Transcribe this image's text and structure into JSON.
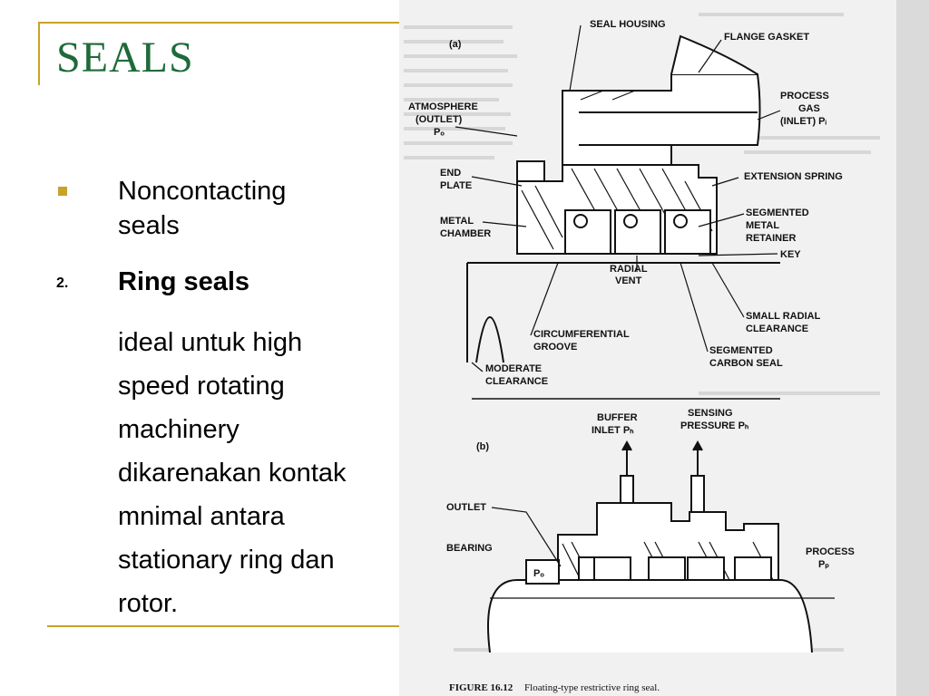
{
  "slide": {
    "title": "SEALS",
    "bullet1": "Noncontacting seals",
    "item2_number": "2.",
    "item2_heading": "Ring seals",
    "item2_body": "ideal untuk high speed rotating machinery dikarenakan kontak mnimal antara stationary ring dan rotor."
  },
  "figure": {
    "panel_a_label": "(a)",
    "panel_b_label": "(b)",
    "labels_a": {
      "seal_housing": "SEAL HOUSING",
      "flange_gasket": "FLANGE GASKET",
      "atmosphere_1": "ATMOSPHERE",
      "atmosphere_2": "(OUTLET)",
      "atmosphere_3": "Pₒ",
      "process_gas_1": "PROCESS",
      "process_gas_2": "GAS",
      "process_gas_3": "(INLET) Pᵢ",
      "end_plate_1": "END",
      "end_plate_2": "PLATE",
      "extension_spring": "EXTENSION SPRING",
      "metal_chamber_1": "METAL",
      "metal_chamber_2": "CHAMBER",
      "segmented_metal_retainer_1": "SEGMENTED",
      "segmented_metal_retainer_2": "METAL",
      "segmented_metal_retainer_3": "RETAINER",
      "key": "KEY",
      "radial_vent_1": "RADIAL",
      "radial_vent_2": "VENT",
      "small_radial_clearance_1": "SMALL RADIAL",
      "small_radial_clearance_2": "CLEARANCE",
      "circumferential_groove_1": "CIRCUMFERENTIAL",
      "circumferential_groove_2": "GROOVE",
      "segmented_carbon_seal_1": "SEGMENTED",
      "segmented_carbon_seal_2": "CARBON SEAL",
      "moderate_clearance_1": "MODERATE",
      "moderate_clearance_2": "CLEARANCE"
    },
    "labels_b": {
      "buffer_inlet_1": "BUFFER",
      "buffer_inlet_2": "INLET Pₕ",
      "sensing_pressure_1": "SENSING",
      "sensing_pressure_2": "PRESSURE Pₕ",
      "outlet": "OUTLET",
      "bearing": "BEARING",
      "po": "Pₒ",
      "process_1": "PROCESS",
      "process_2": "Pₚ"
    },
    "caption_number": "FIGURE 16.12",
    "caption_text": "Floating-type restrictive ring seal."
  },
  "colors": {
    "title": "#1e6b3a",
    "accent_rule": "#c9a227",
    "bullet": "#c9a227"
  }
}
